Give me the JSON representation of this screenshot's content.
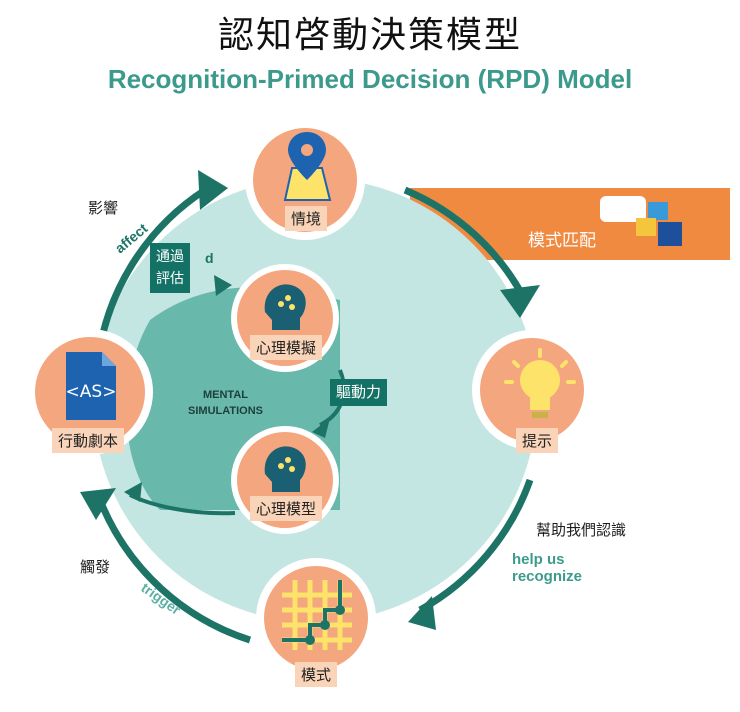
{
  "title_zh": "認知啓動決策模型",
  "title_en": "Recognition-Primed Decision (RPD) Model",
  "colors": {
    "teal_dark": "#1d7466",
    "teal_light": "#bfe3df",
    "teal_mid": "#5cb0a4",
    "node_fill": "#f4a67e",
    "orange_band": "#f08a41",
    "brand_text": "#3b9a8c"
  },
  "nodes": {
    "situation": {
      "label": "情境",
      "icon": "map-pin-icon"
    },
    "cues": {
      "label": "提示",
      "icon": "lightbulb-icon"
    },
    "patterns": {
      "label": "模式",
      "icon": "grid-icon"
    },
    "action_scripts": {
      "label": "行動劇本",
      "icon": "document-as-icon",
      "icon_text": "<AS>"
    },
    "mental_sim": {
      "label": "心理模擬",
      "icon": "head-icon"
    },
    "mental_models": {
      "label": "心理模型",
      "icon": "head-icon"
    }
  },
  "annotations": {
    "influence_zh": "影響",
    "affect_en": "affect",
    "evaluated_zh": "通過\n評估",
    "evaluated_en_partial": "d",
    "pattern_match_zh": "模式匹配",
    "mental_simulations_en": "MENTAL\nSIMULATIONS",
    "drive_zh": "驅動力",
    "help_recognize_zh": "幫助我們認識",
    "help_recognize_en": "help us\nrecognize",
    "trigger_zh": "觸發",
    "trigger_en": "trigger"
  }
}
